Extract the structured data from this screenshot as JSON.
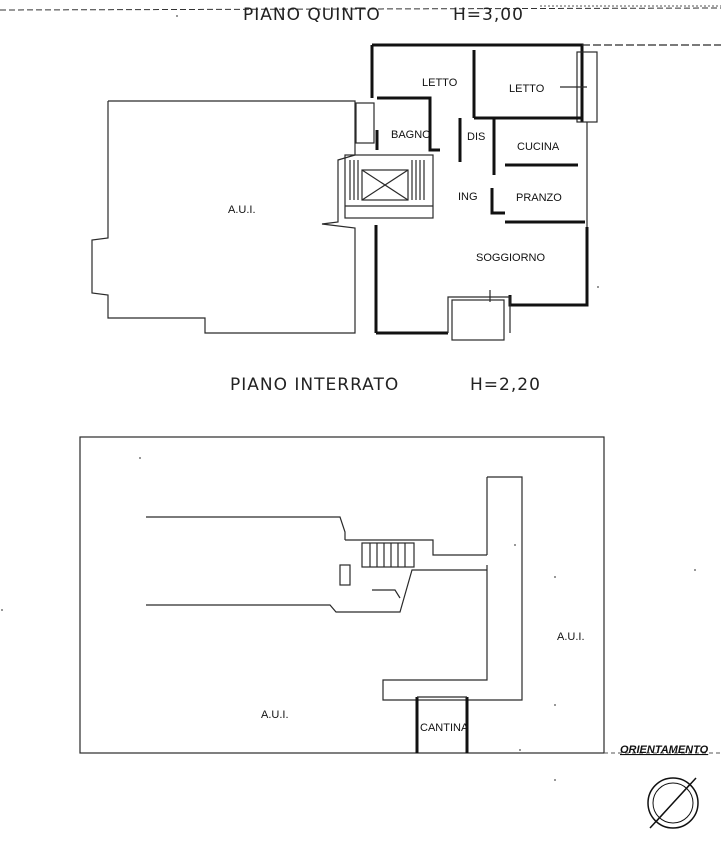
{
  "floors": {
    "upper": {
      "title": "PIANO  QUINTO",
      "height": "H=3,00"
    },
    "basement": {
      "title": "PIANO  INTERRATO",
      "height": "H=2,20"
    }
  },
  "rooms": {
    "letto_1": "LETTO",
    "letto_2": "LETTO",
    "bagno": "BAGNO",
    "dis": "DIS",
    "cucina": "CUCINA",
    "ing": "ING",
    "pranzo": "PRANZO",
    "soggiorno": "SOGGIORNO",
    "aui_upper": "A.U.I.",
    "aui_basement_left": "A.U.I.",
    "aui_basement_right": "A.U.I.",
    "cantina": "CANTINA"
  },
  "orientation": {
    "label": "ORIENTAMENTO"
  },
  "colors": {
    "ink": "#1a1a1a",
    "paper": "#ffffff"
  }
}
